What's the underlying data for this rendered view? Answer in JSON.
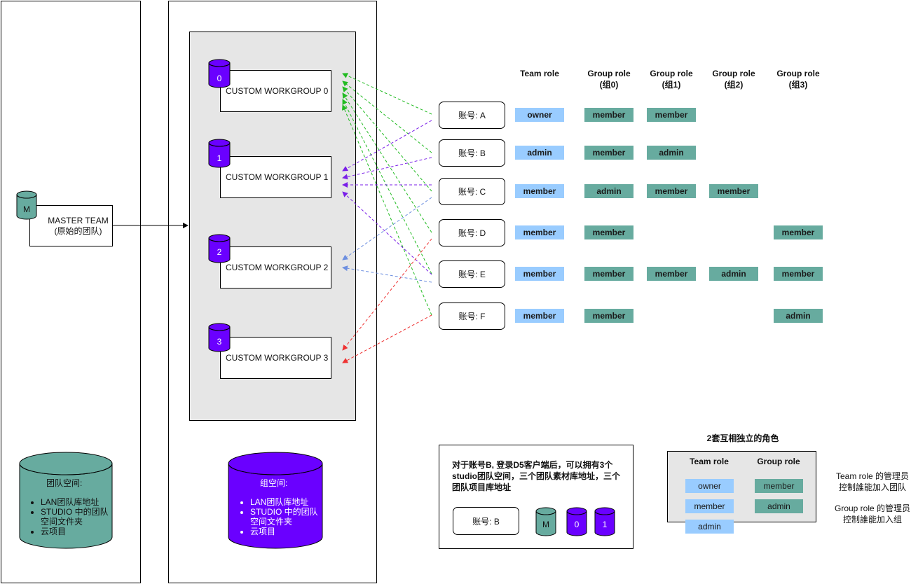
{
  "colors": {
    "workgroup_purple": "#6a00ff",
    "master_green": "#67ab9f",
    "team_role_blue": "#99ccff",
    "group_role_green": "#67ab9f",
    "arrow_green": "#22bb22",
    "arrow_purple": "#7a1fe8",
    "arrow_blue": "#6d8fe0",
    "arrow_red": "#ee3333",
    "panel_gray": "#e6e6e6"
  },
  "master": {
    "icon_label": "M",
    "title_line1": "MASTER TEAM",
    "title_line2": "(原始的团队)"
  },
  "team_space": {
    "title": "团队空间:",
    "items": [
      "LAN团队库地址",
      "STUDIO 中的团队空间文件夹",
      "云项目"
    ]
  },
  "group_space": {
    "title": "组空间:",
    "items": [
      "LAN团队库地址",
      "STUDIO 中的团队空间文件夹",
      "云项目"
    ]
  },
  "workgroups": [
    {
      "num": "0",
      "label": "CUSTOM WORKGROUP 0"
    },
    {
      "num": "1",
      "label": "CUSTOM WORKGROUP 1"
    },
    {
      "num": "2",
      "label": "CUSTOM WORKGROUP 2"
    },
    {
      "num": "3",
      "label": "CUSTOM WORKGROUP 3"
    }
  ],
  "role_table": {
    "headers": [
      {
        "line1": "Team role",
        "line2": ""
      },
      {
        "line1": "Group role",
        "line2": "(组0)"
      },
      {
        "line1": "Group role",
        "line2": "(组1)"
      },
      {
        "line1": "Group role",
        "line2": "(组2)"
      },
      {
        "line1": "Group role",
        "line2": "(组3)"
      }
    ],
    "accounts": [
      {
        "label": "账号: A",
        "team_role": "owner",
        "groups": [
          "member",
          "member",
          "",
          ""
        ]
      },
      {
        "label": "账号: B",
        "team_role": "admin",
        "groups": [
          "member",
          "admin",
          "",
          ""
        ]
      },
      {
        "label": "账号: C",
        "team_role": "member",
        "groups": [
          "admin",
          "member",
          "member",
          ""
        ]
      },
      {
        "label": "账号: D",
        "team_role": "member",
        "groups": [
          "member",
          "",
          "",
          "member"
        ]
      },
      {
        "label": "账号: E",
        "team_role": "member",
        "groups": [
          "member",
          "member",
          "admin",
          "member"
        ]
      },
      {
        "label": "账号: F",
        "team_role": "member",
        "groups": [
          "member",
          "",
          "",
          "admin"
        ]
      }
    ]
  },
  "example": {
    "text": "对于账号B, 登录D5客户端后，可以拥有3个studio团队空间，三个团队素材库地址，三个团队项目库地址",
    "account_label": "账号: B",
    "icons": [
      "M",
      "0",
      "1"
    ]
  },
  "independent_roles": {
    "title": "2套互相独立的角色",
    "team_header": "Team role",
    "group_header": "Group role",
    "team_roles": [
      "owner",
      "member",
      "admin"
    ],
    "group_roles": [
      "member",
      "admin"
    ]
  },
  "notes": {
    "team_note": "Team role 的管理员控制誰能加入团队",
    "group_note": "Group role 的管理员控制誰能加入组"
  }
}
